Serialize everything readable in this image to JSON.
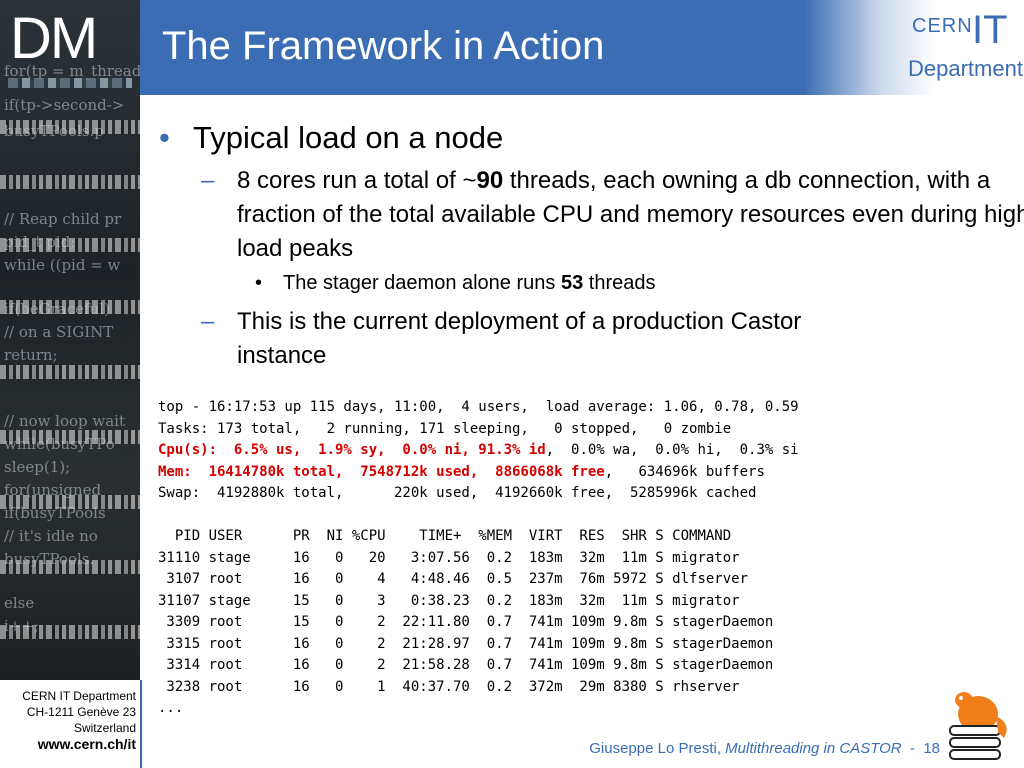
{
  "slide": {
    "title": "The Framework in Action",
    "sidebar_logo": "DM",
    "sidebar_code": [
      "for(tp = m_threads",
      "if(tp->second->",
      "busyTPools.p",
      "// Reap child pr",
      "pid_t pid;",
      "while ((pid = w",
      "if(beGraceful)",
      "// on a SIGINT",
      "return;",
      "// now loop wait",
      "while(busyTPo",
      "sleep(1);",
      "for(unsigned",
      "if(busyTPools",
      "// it's idle no",
      "busyTPools.",
      "else",
      "i++;"
    ],
    "cern_logo": {
      "cern": "CERN",
      "it": "IT",
      "department": "Department"
    }
  },
  "content": {
    "bullet1": "Typical load on a node",
    "sub1": {
      "pre": "8 cores run a total of ~",
      "bold": "90",
      "post": " threads, each owning a db connection, with a fraction of the total available CPU and memory resources even during high load peaks"
    },
    "sub1_1": {
      "pre": "The stager daemon alone runs ",
      "bold": "53",
      "post": " threads"
    },
    "sub2": "This is the current deployment of a production Castor instance"
  },
  "top_output": {
    "line1": "top - 16:17:53 up 115 days, 11:00,  4 users,  load average: 1.06, 0.78, 0.59",
    "line2": "Tasks: 173 total,   2 running, 171 sleeping,   0 stopped,   0 zombie",
    "line3_red": "Cpu(s):  6.5% us,  1.9% sy,  0.0% ni, 91.3% id",
    "line3_rest": ",  0.0% wa,  0.0% hi,  0.3% si",
    "line4_red": "Mem:  16414780k total,  7548712k used,  8866068k free",
    "line4_rest": ",   634696k buffers",
    "line5": "Swap:  4192880k total,      220k used,  4192660k free,  5285996k cached",
    "header": "  PID USER      PR  NI %CPU    TIME+  %MEM  VIRT  RES  SHR S COMMAND",
    "rows": [
      "31110 stage     16   0   20   3:07.56  0.2  183m  32m  11m S migrator",
      " 3107 root      16   0    4   4:48.46  0.5  237m  76m 5972 S dlfserver",
      "31107 stage     15   0    3   0:38.23  0.2  183m  32m  11m S migrator",
      " 3309 root      15   0    2  22:11.80  0.7  741m 109m 9.8m S stagerDaemon",
      " 3315 root      16   0    2  21:28.97  0.7  741m 109m 9.8m S stagerDaemon",
      " 3314 root      16   0    2  21:58.28  0.7  741m 109m 9.8m S stagerDaemon",
      " 3238 root      16   0    1  40:37.70  0.2  372m  29m 8380 S rhserver"
    ],
    "ellipsis": "..."
  },
  "footer": {
    "org_line1": "CERN IT Department",
    "org_line2": "CH-1211 Genève 23",
    "org_line3": "Switzerland",
    "url": "www.cern.ch/it",
    "author": "Giuseppe Lo Presti, ",
    "talk": "Multithreading in CASTOR",
    "separator": "  -  ",
    "page": "18"
  },
  "colors": {
    "header": "#3a6db3",
    "highlight": "#d40000",
    "beaver": "#f07f1a"
  }
}
